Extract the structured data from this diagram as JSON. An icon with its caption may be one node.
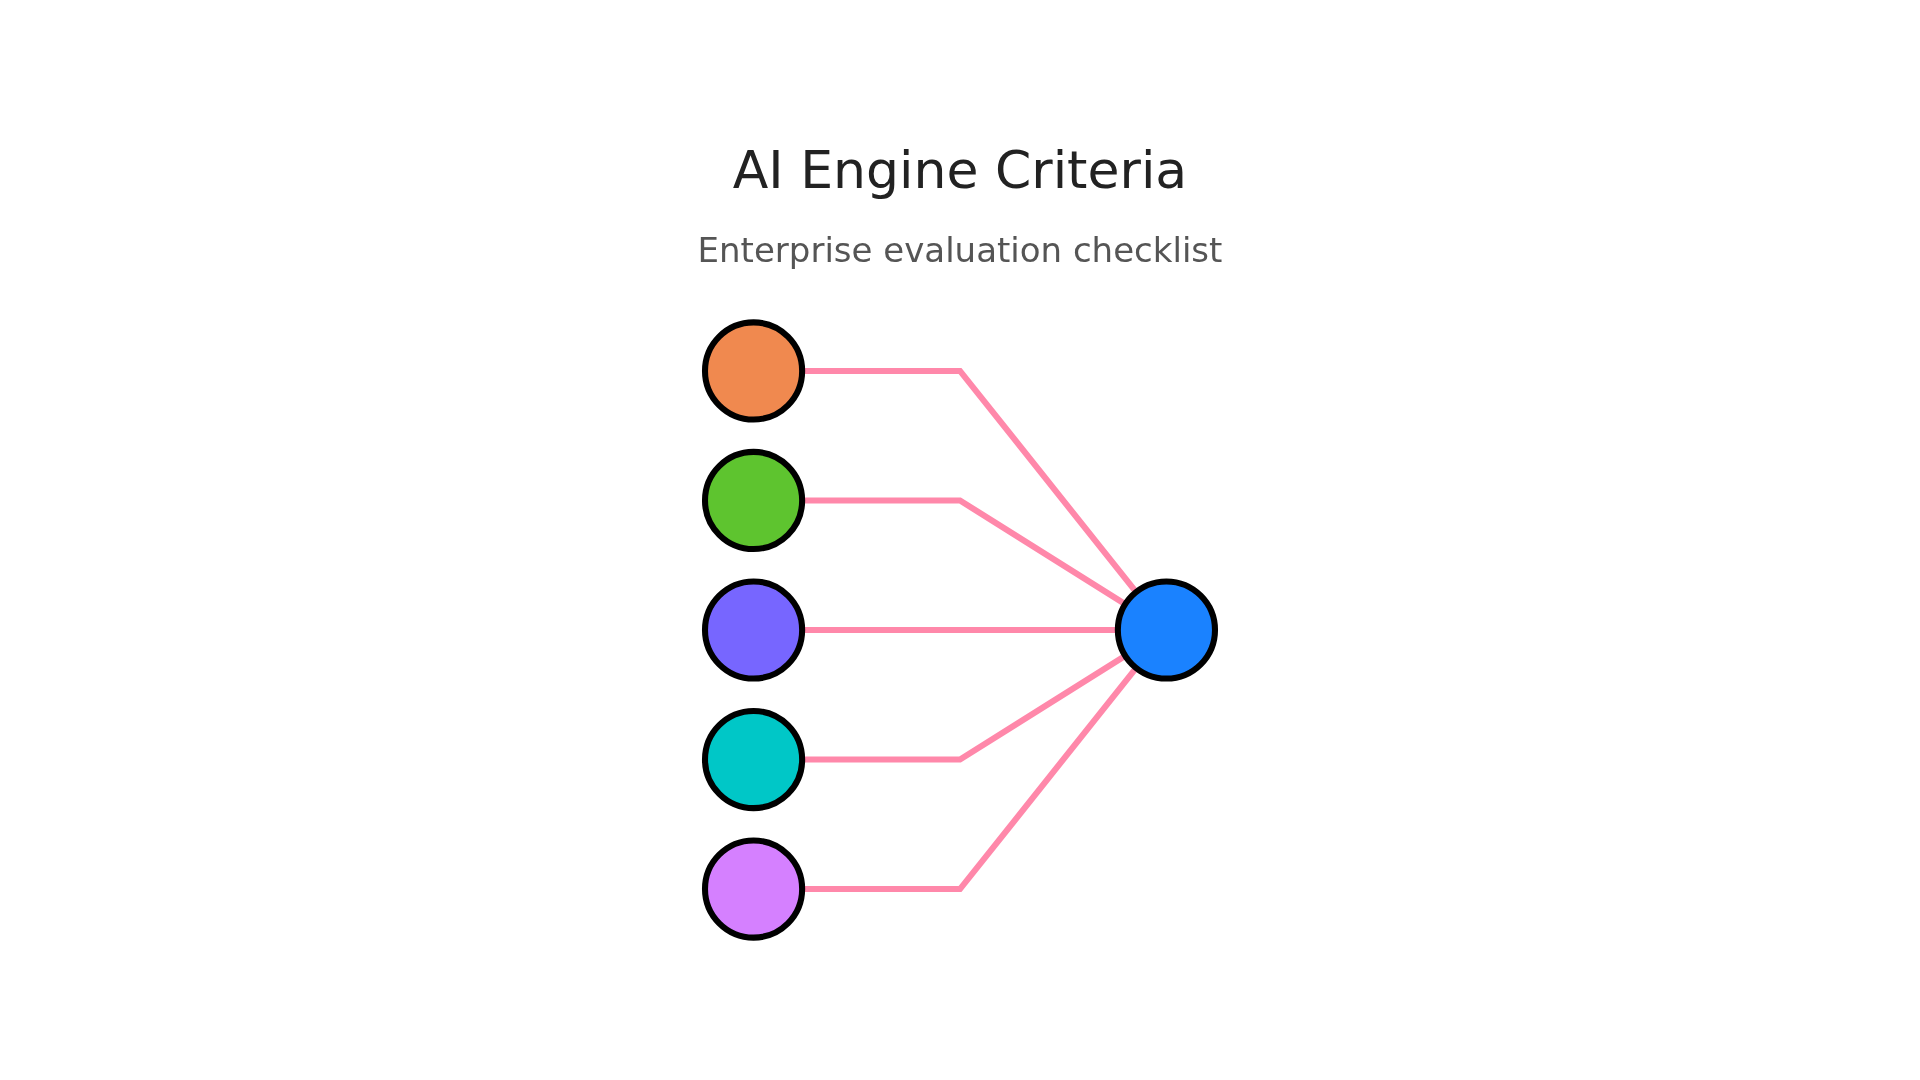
{
  "diagram": {
    "title": "AI Engine Criteria",
    "nodes": [
      {
        "text": [],
        "shape": "circle"
      },
      {
        "text": [],
        "shape": "circle"
      },
      {
        "text": [],
        "shape": "circle"
      },
      {
        "text": [],
        "shape": "circle"
      },
      {
        "text": [],
        "shape": "circle"
      },
      {
        "text": [],
        "shape": "circle"
      }
    ],
    "edges": [
      {
        "from": 2,
        "to": 0,
        "arrow": "none"
      },
      {
        "from": 2,
        "to": 1,
        "arrow": "none"
      },
      {
        "from": 2,
        "to": 3,
        "arrow": "none"
      },
      {
        "from": 2,
        "to": 4,
        "arrow": "none"
      },
      {
        "from": 2,
        "to": 5,
        "arrow": "none"
      }
    ],
    "labels": [
      "Enterprise evaluation checklist"
    ]
  }
}
